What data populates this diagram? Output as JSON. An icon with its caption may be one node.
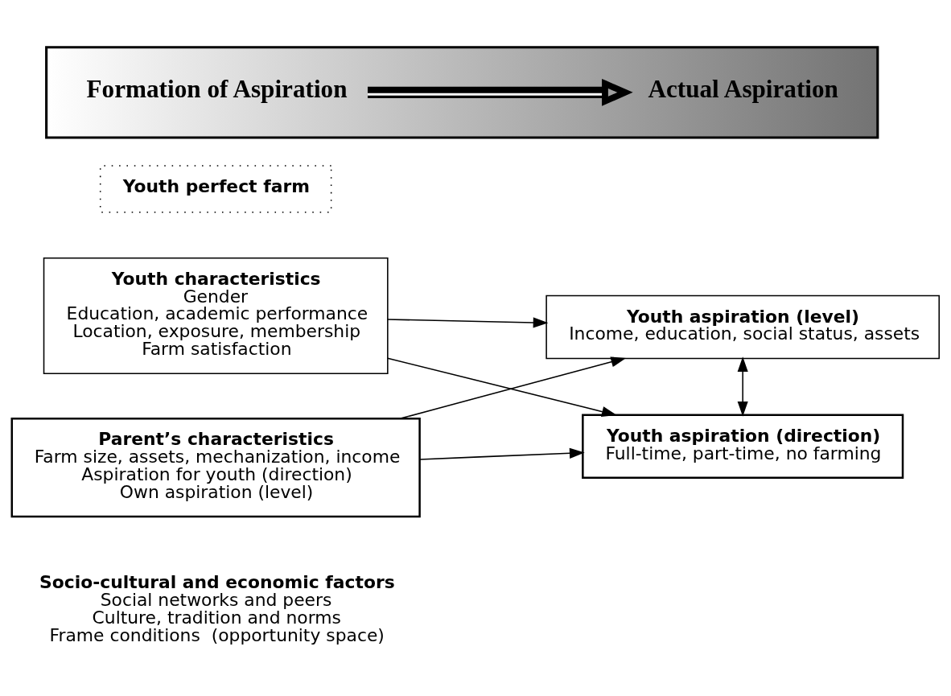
{
  "diagram": {
    "nodes": [
      {
        "text": [],
        "shape": "box"
      },
      {
        "text": [
          "Formation of Aspiration"
        ],
        "in": 0
      },
      {
        "text": [
          "Actual Aspiration"
        ],
        "in": 0
      },
      {
        "text": [
          "Parent’s characteristics",
          "Farm size, assets, mechanization, income",
          "Aspiration for youth (direction)",
          "Own aspiration (level)"
        ]
      },
      {
        "text": [
          "Youth characteristics",
          "Gender",
          "Education, academic performance",
          "Location, exposure, membership",
          "Farm satisfaction"
        ]
      },
      {
        "text": [
          "Youth perfect farm"
        ]
      },
      {
        "text": [
          "Youth aspiration (direction)",
          "Full-time, part-time, no farming"
        ]
      },
      {
        "text": [
          "Youth aspiration (level)",
          "Income, education, social status, assets"
        ]
      },
      {
        "text": [
          "Socio-cultural and economic factors",
          "Social networks and peers",
          "Culture, tradition and norms",
          "Frame conditions  (opportunity space)"
        ]
      }
    ],
    "edges": [
      {
        "from": 1,
        "to": 2,
        "arrow": "to",
        "style": "thick"
      },
      {
        "from": 3,
        "to": 6,
        "arrow": "to"
      },
      {
        "from": 3,
        "to": 7,
        "arrow": "to"
      },
      {
        "from": 4,
        "to": 6,
        "arrow": "to"
      },
      {
        "from": 4,
        "to": 7,
        "arrow": "to"
      },
      {
        "from": 6,
        "to": 7,
        "arrow": "both"
      }
    ]
  }
}
